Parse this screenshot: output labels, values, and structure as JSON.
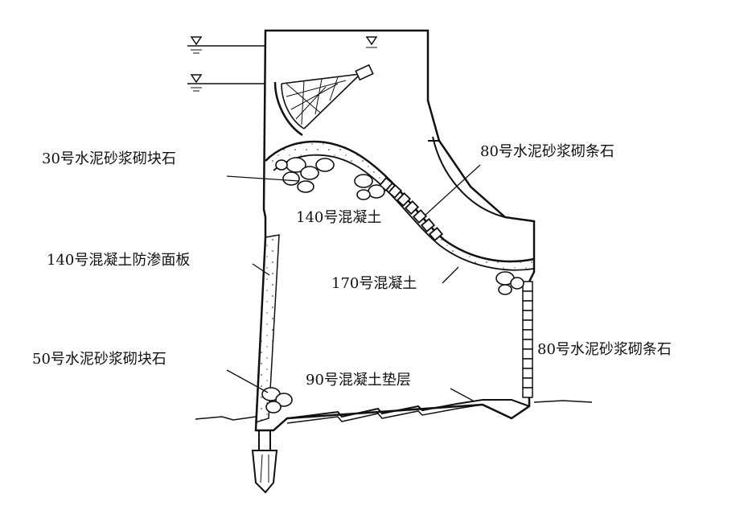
{
  "labels": {
    "upper_masonry": "30号水泥砂浆砌块石",
    "crest_stone": "80号水泥砂浆砌条石",
    "concrete_140": "140号混凝土",
    "face_slab": "140号混凝土防渗面板",
    "concrete_170": "170号混凝土",
    "right_stone": "80号水泥砂浆砌条石",
    "lower_masonry": "50号水泥砂浆砌块石",
    "cushion": "90号混凝土垫层"
  },
  "colors": {
    "ink": "#111111",
    "paper": "#ffffff"
  },
  "icons": [
    "water-level-icon",
    "radial-gate-icon"
  ]
}
